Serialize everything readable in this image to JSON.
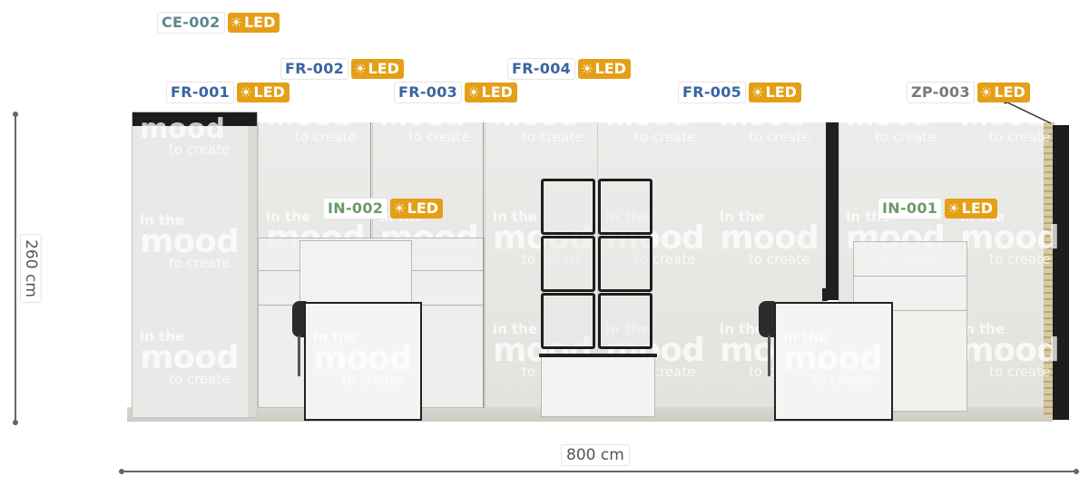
{
  "labels": {
    "ce002": {
      "code": "CE-002",
      "led": "LED",
      "icon": "sun-icon"
    },
    "fr001": {
      "code": "FR-001",
      "led": "LED",
      "icon": "sun-icon"
    },
    "fr002": {
      "code": "FR-002",
      "led": "LED",
      "icon": "sun-icon"
    },
    "fr003": {
      "code": "FR-003",
      "led": "LED",
      "icon": "sun-icon"
    },
    "fr004": {
      "code": "FR-004",
      "led": "LED",
      "icon": "sun-icon"
    },
    "fr005": {
      "code": "FR-005",
      "led": "LED",
      "icon": "sun-icon"
    },
    "zp003": {
      "code": "ZP-003",
      "led": "LED",
      "icon": "sun-icon"
    },
    "in002": {
      "code": "IN-002",
      "led": "LED",
      "icon": "sun-icon"
    },
    "in001": {
      "code": "IN-001",
      "led": "LED",
      "icon": "sun-icon"
    }
  },
  "dimensions": {
    "height": "260 cm",
    "width": "800 cm"
  },
  "watermark": {
    "line1": "in the",
    "line2": "mood",
    "line3": "to create"
  },
  "colors": {
    "led_badge": "#e49f17",
    "ce_code": "#5e8691",
    "fr_code": "#3a64a3",
    "in_code": "#6a9a6a",
    "zp_code": "#7a7a7a"
  }
}
